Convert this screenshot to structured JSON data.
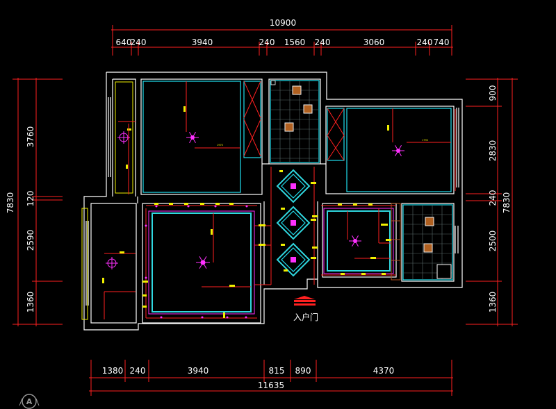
{
  "top_dims": {
    "overall": "10900",
    "segments": [
      "640",
      "240",
      "3940",
      "240",
      "1560",
      "240",
      "3060",
      "240",
      "740"
    ]
  },
  "bottom_dims": {
    "overall": "11635",
    "segments": [
      "1380",
      "240",
      "3940",
      "815",
      "890",
      "4370"
    ]
  },
  "left_dims": {
    "overall": "7830",
    "segments": [
      "3760",
      "120",
      "2590",
      "1360"
    ]
  },
  "right_dims": {
    "overall": "7830",
    "segments": [
      "900",
      "2830",
      "240",
      "2500",
      "1360"
    ]
  },
  "labels": {
    "entrance": "入户门"
  },
  "colors": {
    "dimension_line": "#ff2020",
    "wall": "#ffffff",
    "ceiling_outline": "#20e0f0",
    "light_fixture": "#ff30ff",
    "annotation": "#f0f000",
    "entrance_arrow": "#ff2020"
  },
  "icons": [
    "snowflake-chandelier-icon",
    "crosshair-light-icon",
    "entrance-arrow-icon",
    "ucs-axis-icon"
  ]
}
